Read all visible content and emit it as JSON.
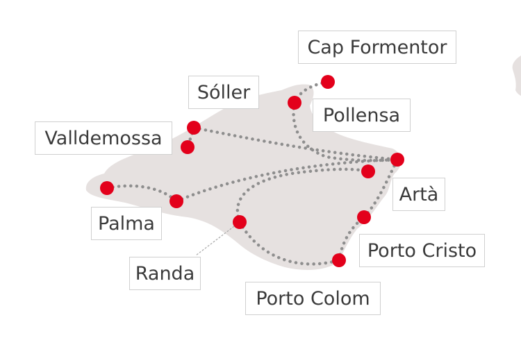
{
  "colors": {
    "island": "#e6e1e0",
    "route": "#8e8e8e",
    "marker": "#e3001b",
    "label_text": "#3a3a3a",
    "label_border": "#cfcfcf"
  },
  "places": {
    "cap_formentor": "Cap Formentor",
    "soller": "Sóller",
    "pollensa": "Pollensa",
    "valldemossa": "Valldemossa",
    "arta": "Artà",
    "palma": "Palma",
    "porto_cristo": "Porto Cristo",
    "randa": "Randa",
    "porto_colom": "Porto Colom"
  }
}
